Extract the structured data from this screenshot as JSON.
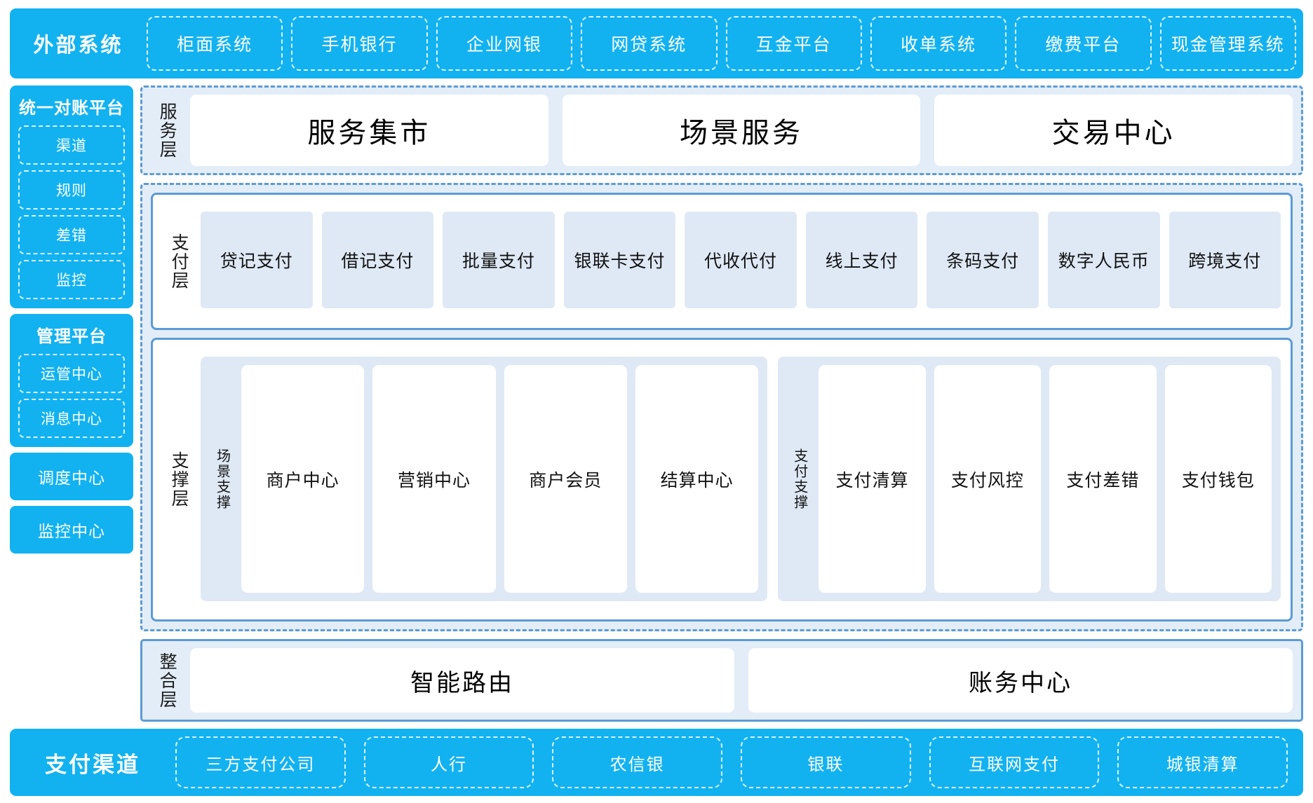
{
  "external_systems": {
    "title": "外部系统",
    "items": [
      "柜面系统",
      "手机银行",
      "企业网银",
      "网贷系统",
      "互金平台",
      "收单系统",
      "缴费平台",
      "现金管理系统"
    ]
  },
  "rail": {
    "reconcile": {
      "title": "统一对账平台",
      "items": [
        "渠道",
        "规则",
        "差错",
        "监控"
      ]
    },
    "manage": {
      "title": "管理平台",
      "items": [
        "运管中心",
        "消息中心"
      ]
    },
    "standalone": [
      "调度中心",
      "监控中心"
    ]
  },
  "service_layer": {
    "label": "服务层",
    "items": [
      "服务集市",
      "场景服务",
      "交易中心"
    ]
  },
  "payment_layer": {
    "label": "支付层",
    "items": [
      "贷记支付",
      "借记支付",
      "批量支付",
      "银联卡支付",
      "代收代付",
      "线上支付",
      "条码支付",
      "数字人民币",
      "跨境支付"
    ]
  },
  "support_layer": {
    "label": "支撑层",
    "groups": [
      {
        "label": "场景支撑",
        "items": [
          "商户中心",
          "营销中心",
          "商户会员",
          "结算中心"
        ]
      },
      {
        "label": "支付支撑",
        "items": [
          "支付清算",
          "支付风控",
          "支付差错",
          "支付钱包"
        ]
      }
    ]
  },
  "integration_layer": {
    "label": "整合层",
    "items": [
      "智能路由",
      "账务中心"
    ]
  },
  "payment_channels": {
    "title": "支付渠道",
    "items": [
      "三方支付公司",
      "人行",
      "农信银",
      "银联",
      "互联网支付",
      "城银清算"
    ]
  },
  "colors": {
    "brand_blue": "#12b2f0",
    "panel_blue": "#e3edf8",
    "tile_blue": "#dfe9f5",
    "border_blue": "#5b9bd5",
    "white": "#ffffff"
  }
}
